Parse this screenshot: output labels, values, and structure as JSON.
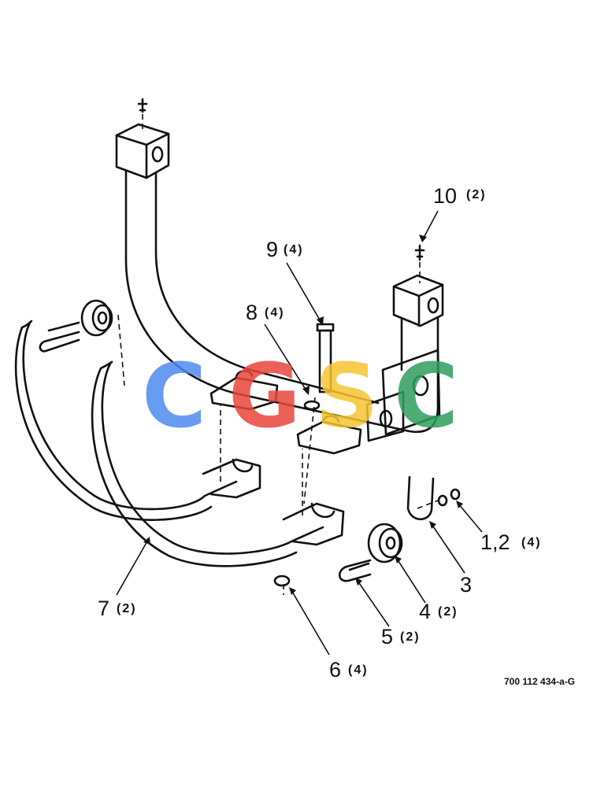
{
  "drawing_code": "700 112 434-a-G",
  "callouts": [
    {
      "num": "10",
      "qty": "(2)"
    },
    {
      "num": "9",
      "qty": "(4)"
    },
    {
      "num": "8",
      "qty": "(4)"
    },
    {
      "num": "1,2",
      "qty": "(4)"
    },
    {
      "num": "3",
      "qty": ""
    },
    {
      "num": "4",
      "qty": "(2)"
    },
    {
      "num": "5",
      "qty": "(2)"
    },
    {
      "num": "6",
      "qty": "(4)"
    },
    {
      "num": "7",
      "qty": "(2)"
    }
  ],
  "watermark": {
    "letters": [
      "C",
      "G",
      "S",
      "C"
    ],
    "colors": [
      "#4d8bf0",
      "#e8463a",
      "#f7c531",
      "#2e9e5e"
    ]
  }
}
